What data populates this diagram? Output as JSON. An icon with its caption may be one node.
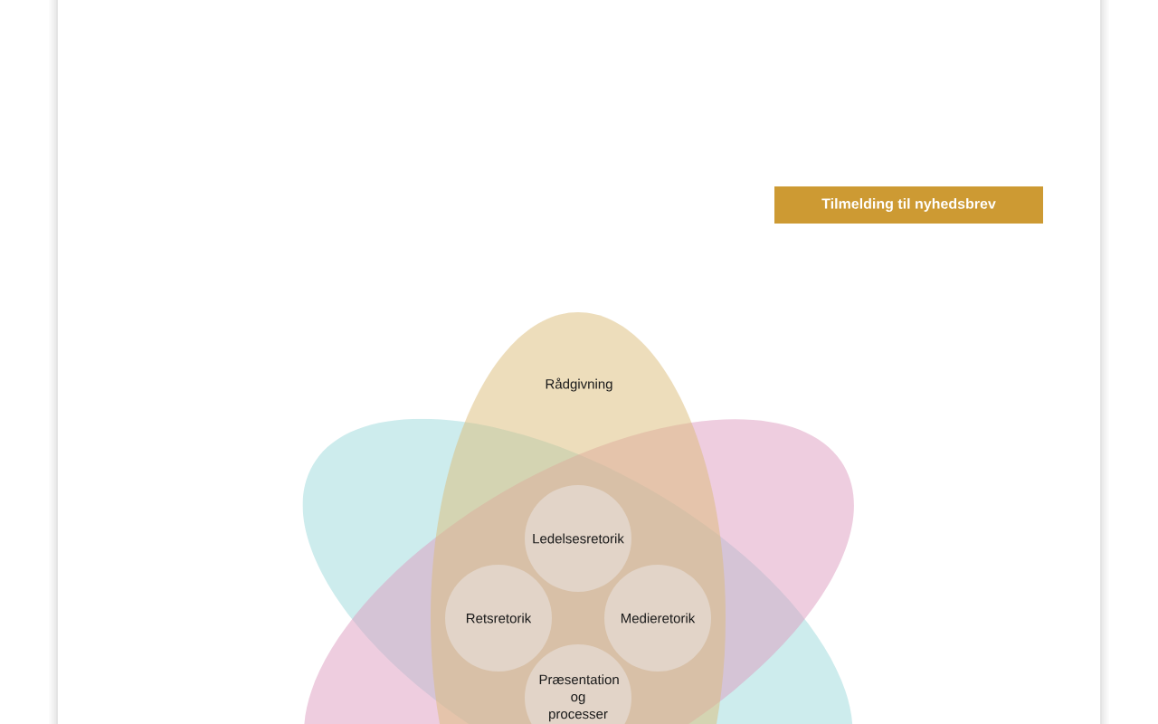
{
  "diagram": {
    "nodes": [
      {
        "text": [
          "Tilmelding til nyhedsbrev"
        ]
      },
      {
        "text": [
          "Rådgivning"
        ]
      },
      {
        "text": [],
        "shape": "ellipse"
      },
      {
        "text": [],
        "shape": "ellipse"
      },
      {
        "text": [
          "Ledelsesretorik"
        ]
      },
      {
        "text": [
          "Retsretorik"
        ]
      },
      {
        "text": [
          "Medieretorik"
        ]
      },
      {
        "text": [
          "Præsentation og processer"
        ]
      }
    ]
  }
}
